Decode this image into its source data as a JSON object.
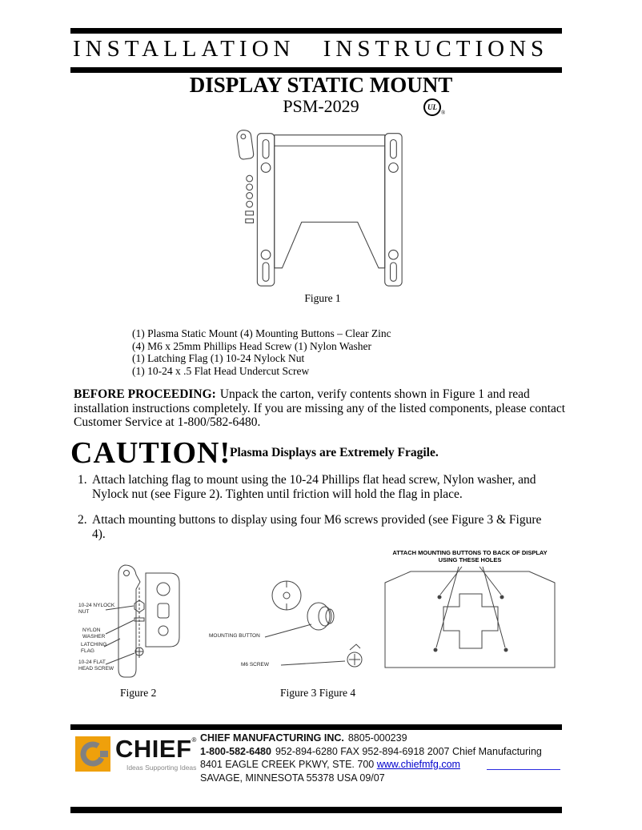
{
  "header": {
    "title": "INSTALLATION INSTRUCTIONS",
    "product": "DISPLAY STATIC MOUNT",
    "model": "PSM-2029",
    "ul_mark": "UL",
    "ul_reg": "®"
  },
  "figure1": {
    "caption": "Figure 1"
  },
  "parts_list": [
    "(1) Plasma Static Mount (4) Mounting Buttons – Clear Zinc",
    "(4) M6 x 25mm Phillips Head Screw (1) Nylon Washer",
    "(1) Latching Flag (1) 10-24 Nylock Nut",
    "(1) 10-24 x .5 Flat Head Undercut Screw"
  ],
  "before_proceeding": {
    "label": "BEFORE PROCEEDING:",
    "text": "Unpack the carton, verify contents shown in Figure 1 and read installation instructions completely. If you are missing any of the listed components, please contact Customer Service at 1-800/582-6480."
  },
  "caution": {
    "heading": "CAUTION!",
    "text": "Plasma Displays are Extremely Fragile."
  },
  "steps": [
    {
      "number": "1.",
      "text": "Attach latching flag to mount using the 10-24 Phillips flat head screw, Nylon washer, and Nylock nut (see Figure 2).  Tighten until friction will hold the flag in place."
    },
    {
      "number": "2.",
      "text": "Attach mounting buttons to display using four M6 screws provided (see Figure 3 & Figure 4)."
    }
  ],
  "figure2": {
    "caption": "Figure 2",
    "labels": [
      "10-24 NYLOCK\nNUT",
      "NYLON\nWASHER",
      "LATCHING\nFLAG",
      "10-24 FLAT\nHEAD SCREW"
    ]
  },
  "figure3": {
    "caption": "Figure 3 Figure 4",
    "labels": [
      "MOUNTING BUTTON",
      "M6 SCREW"
    ]
  },
  "figure4": {
    "heading": "ATTACH MOUNTING BUTTONS TO BACK OF DISPLAY\nUSING THESE HOLES"
  },
  "footer": {
    "brand": "CHIEF",
    "brand_reg": "®",
    "tagline": "Ideas Supporting Ideas",
    "company": "CHIEF MANUFACTURING INC.",
    "doc_number": "8805-000239",
    "phone_main": "1-800-582-6480",
    "phone_rest": "952-894-6280 FAX 952-894-6918  2007 Chief Manufacturing",
    "address1": "8401 EAGLE CREEK PKWY, STE. 700",
    "website": "www.chiefmfg.com",
    "address2": "SAVAGE, MINNESOTA 55378  USA 09/07"
  }
}
